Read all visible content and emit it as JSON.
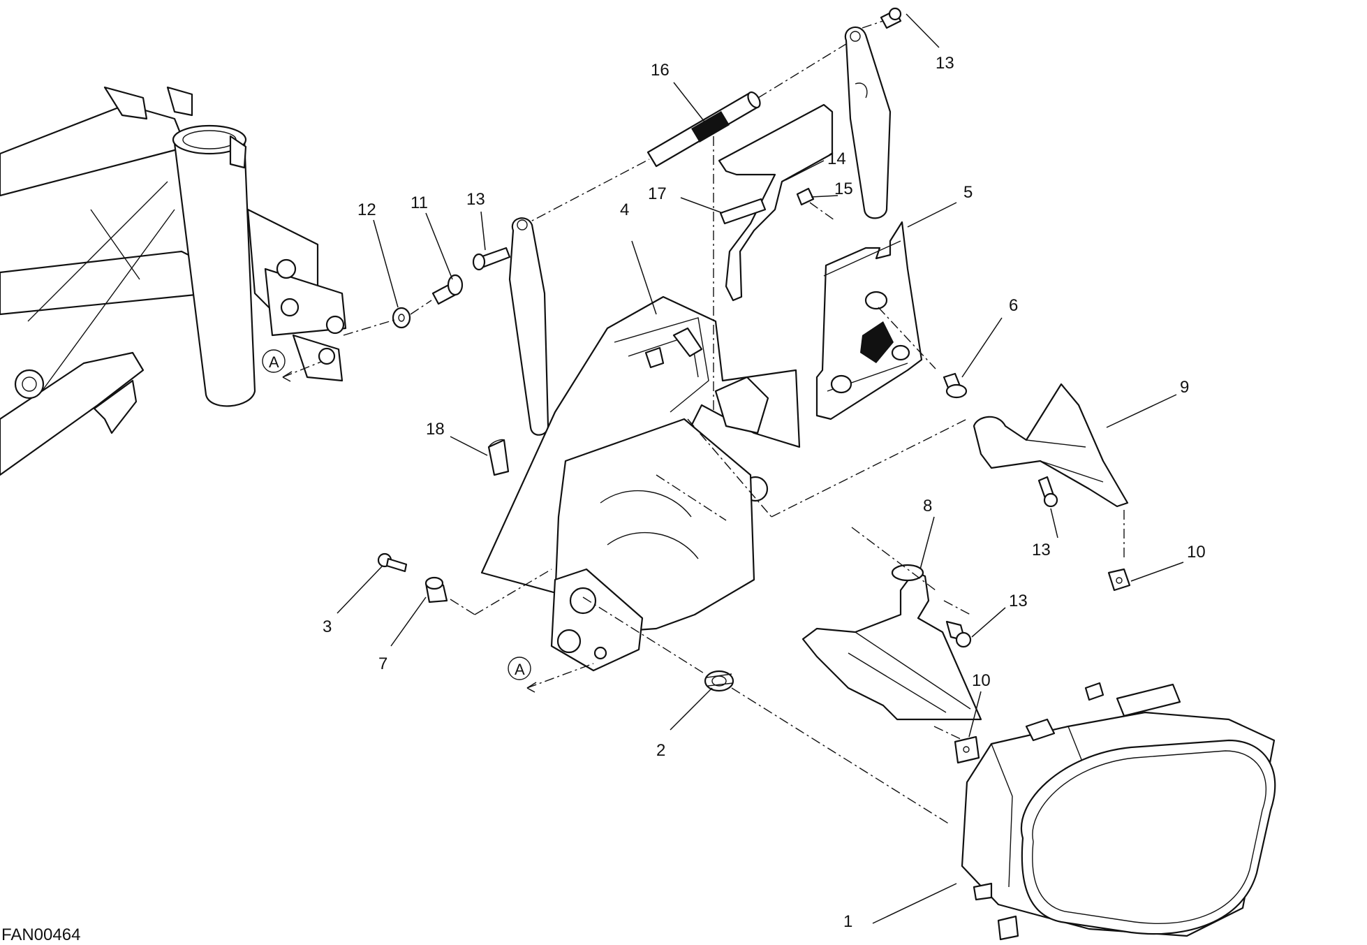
{
  "diagram_code": "FAN00464",
  "callouts": {
    "c1": "1",
    "c2": "2",
    "c3": "3",
    "c4": "4",
    "c5": "5",
    "c6": "6",
    "c7": "7",
    "c8": "8",
    "c9": "9",
    "c10a": "10",
    "c10b": "10",
    "c11": "11",
    "c12": "12",
    "c13a": "13",
    "c13b": "13",
    "c13c": "13",
    "c13d": "13",
    "c14": "14",
    "c15": "15",
    "c16": "16",
    "c17": "17",
    "c18": "18"
  },
  "refs": {
    "a_top": "A",
    "a_bottom": "A"
  },
  "colors": {
    "ink": "#111111",
    "paper": "#ffffff"
  }
}
